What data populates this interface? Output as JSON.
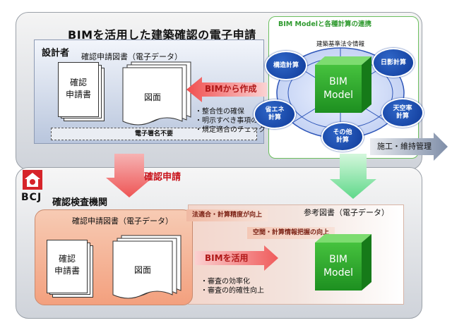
{
  "top": {
    "title": "BIMを活用した建築確認の電子申請",
    "designer_label": "設計者",
    "doc_title": "確認申請図書（電子データ）",
    "doc_application": [
      "確認",
      "申請書"
    ],
    "doc_drawing": "図面",
    "no_signature": "電子署名不要",
    "arrow_label": "BIMから作成",
    "bullets": [
      "・整合性の確保",
      "・明示すべき事項の明示",
      "・規定適合のチェック"
    ]
  },
  "link_panel": {
    "title": "BIM Modelと各種計算の連携",
    "law_info": "建築基準法令情報",
    "nodes": {
      "structure": [
        "構造計算"
      ],
      "shadow": [
        "日影計算"
      ],
      "energy": [
        "省エネ",
        "計算"
      ],
      "skyfactor": [
        "天空率",
        "計算"
      ],
      "other": [
        "その他",
        "計算"
      ]
    },
    "bim": [
      "BIM",
      "Model"
    ],
    "maintenance": "施工・維持管理"
  },
  "flow": {
    "application_arrow": "確認申請"
  },
  "bottom": {
    "logo_text": "BCJ",
    "agency_label": "確認検査機関",
    "doc_title": "確認申請図書（電子データ）",
    "doc_application": [
      "確認",
      "申請書"
    ],
    "doc_drawing": "図面",
    "note1": "法適合・計算精度が向上",
    "ref_title": "参考図書（電子データ）",
    "note2": "空間・計算情報把握の向上",
    "arrow_label": "BIMを活用",
    "bim": [
      "BIM",
      "Model"
    ],
    "bullets": [
      "・審査の効率化",
      "・審査の的確性向上"
    ]
  },
  "colors": {
    "red_arrow": "#f37a7a",
    "green_arrow": "#8de3a4",
    "gray_arrow": "#8e9bb1",
    "bim_green": "#2aa52a",
    "node_blue": "#14409e",
    "logo_red": "#d6242a"
  }
}
